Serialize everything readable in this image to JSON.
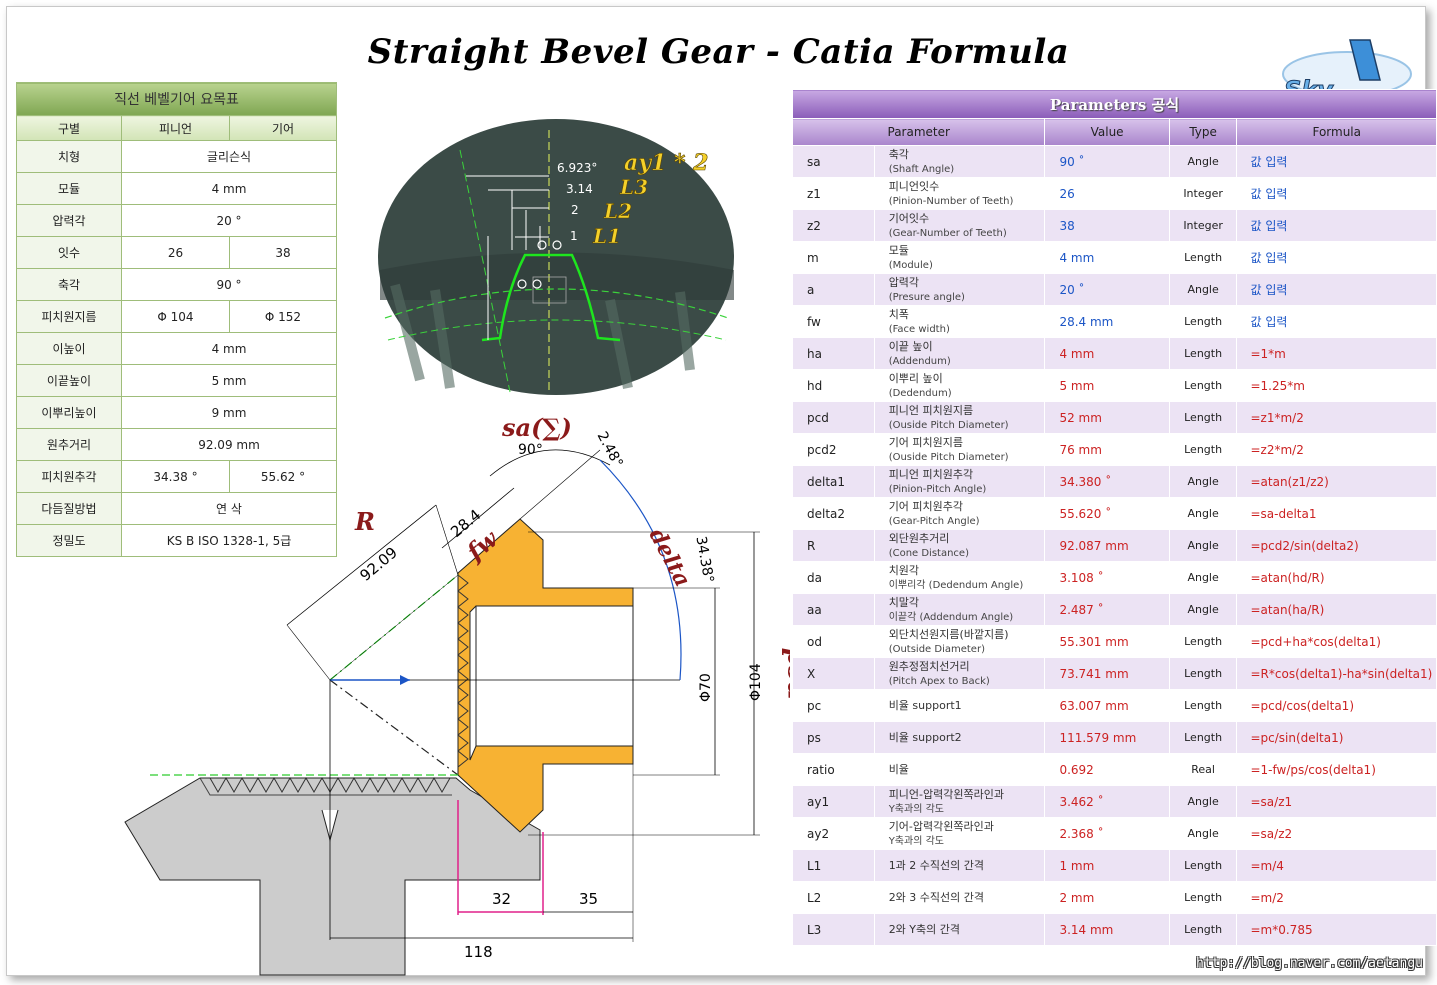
{
  "title": "Straight Bevel Gear - Catia Formula",
  "logo_text": "Sky",
  "url": "http://blog.naver.com/aetangu",
  "summary": {
    "header": "직선 베벨기어 요목표",
    "col_label": "구별",
    "col_pinion": "피니언",
    "col_gear": "기어",
    "rows": [
      {
        "label": "치형",
        "value": "글리슨식"
      },
      {
        "label": "모듈",
        "value": "4 mm"
      },
      {
        "label": "압력각",
        "value": "20 °"
      },
      {
        "label": "잇수",
        "pinion": "26",
        "gear": "38"
      },
      {
        "label": "축각",
        "value": "90 °"
      },
      {
        "label": "피치원지름",
        "pinion": "Φ 104",
        "gear": "Φ 152"
      },
      {
        "label": "이높이",
        "value": "4 mm"
      },
      {
        "label": "이끝높이",
        "value": "5 mm"
      },
      {
        "label": "이뿌리높이",
        "value": "9 mm"
      },
      {
        "label": "원추거리",
        "value": "92.09 mm"
      },
      {
        "label": "피치원추각",
        "pinion": "34.38 °",
        "gear": "55.62 °"
      },
      {
        "label": "다듬질방법",
        "value": "연  삭"
      },
      {
        "label": "정밀도",
        "value": "KS B ISO 1328-1, 5급"
      }
    ]
  },
  "params": {
    "header_en": "Parameters",
    "header_ko": "공식",
    "columns": {
      "parameter": "Parameter",
      "value": "Value",
      "type": "Type",
      "formula": "Formula"
    },
    "rows": [
      {
        "sym": "sa",
        "ko": "축각",
        "en": "(Shaft Angle)",
        "value": "90 ˚",
        "type": "Angle",
        "formula": "값 입력",
        "input": true
      },
      {
        "sym": "z1",
        "ko": "피니언잇수",
        "en": "(Pinion-Number of Teeth)",
        "value": "26",
        "type": "Integer",
        "formula": "값 입력",
        "input": true
      },
      {
        "sym": "z2",
        "ko": "기어잇수",
        "en": "(Gear-Number of Teeth)",
        "value": "38",
        "type": "Integer",
        "formula": "값 입력",
        "input": true
      },
      {
        "sym": "m",
        "ko": "모듈",
        "en": "(Module)",
        "value": "4 mm",
        "type": "Length",
        "formula": "값 입력",
        "input": true
      },
      {
        "sym": "a",
        "ko": "압력각",
        "en": "(Presure angle)",
        "value": "20 ˚",
        "type": "Angle",
        "formula": "값 입력",
        "input": true
      },
      {
        "sym": "fw",
        "ko": "치폭",
        "en": "(Face width)",
        "value": "28.4 mm",
        "type": "Length",
        "formula": "값 입력",
        "input": true
      },
      {
        "sym": "ha",
        "ko": "이끝 높이",
        "en": "(Addendum)",
        "value": "4 mm",
        "type": "Length",
        "formula": "=1*m",
        "input": false
      },
      {
        "sym": "hd",
        "ko": "이뿌리 높이",
        "en": "(Dedendum)",
        "value": "5 mm",
        "type": "Length",
        "formula": "=1.25*m",
        "input": false
      },
      {
        "sym": "pcd",
        "ko": "피니언 피치원지름",
        "en": "(Ouside Pitch Diameter)",
        "value": "52 mm",
        "type": "Length",
        "formula": "=z1*m/2",
        "input": false
      },
      {
        "sym": "pcd2",
        "ko": "기어 피치원지름",
        "en": "(Ouside Pitch Diameter)",
        "value": "76 mm",
        "type": "Length",
        "formula": "=z2*m/2",
        "input": false
      },
      {
        "sym": "delta1",
        "ko": "피니언 피치원추각",
        "en": "(Pinion-Pitch Angle)",
        "value": "34.380 ˚",
        "type": "Angle",
        "formula": "=atan(z1/z2)",
        "input": false
      },
      {
        "sym": "delta2",
        "ko": "기어 피치원추각",
        "en": "(Gear-Pitch Angle)",
        "value": "55.620 ˚",
        "type": "Angle",
        "formula": "=sa-delta1",
        "input": false
      },
      {
        "sym": "R",
        "ko": "외단원추거리",
        "en": "(Cone Distance)",
        "value": "92.087 mm",
        "type": "Angle",
        "formula": "=pcd2/sin(delta2)",
        "input": false
      },
      {
        "sym": "da",
        "ko": "치원각",
        "en": "이뿌리각 (Dedendum Angle)",
        "value": "3.108 ˚",
        "type": "Angle",
        "formula": "=atan(hd/R)",
        "input": false
      },
      {
        "sym": "aa",
        "ko": "치말각",
        "en": "이끝각 (Addendum Angle)",
        "value": "2.487 ˚",
        "type": "Angle",
        "formula": "=atan(ha/R)",
        "input": false
      },
      {
        "sym": "od",
        "ko": "외단치선원지름(바깥지름)",
        "en": "(Outside Diameter)",
        "value": "55.301 mm",
        "type": "Length",
        "formula": "=pcd+ha*cos(delta1)",
        "input": false
      },
      {
        "sym": "X",
        "ko": "원추정점치선거리",
        "en": "(Pitch Apex to Back)",
        "value": "73.741 mm",
        "type": "Length",
        "formula": "=R*cos(delta1)-ha*sin(delta1)",
        "input": false
      },
      {
        "sym": "pc",
        "ko": "비율 support1",
        "en": "",
        "value": "63.007 mm",
        "type": "Length",
        "formula": "=pcd/cos(delta1)",
        "input": false
      },
      {
        "sym": "ps",
        "ko": "비율 support2",
        "en": "",
        "value": "111.579 mm",
        "type": "Length",
        "formula": "=pc/sin(delta1)",
        "input": false
      },
      {
        "sym": "ratio",
        "ko": "비율",
        "en": "",
        "value": "0.692",
        "type": "Real",
        "formula": "=1-fw/ps/cos(delta1)",
        "input": false
      },
      {
        "sym": "ay1",
        "ko": "피니언-압력각왼쪽라인과",
        "en": "Y축과의 각도",
        "value": "3.462 ˚",
        "type": "Angle",
        "formula": "=sa/z1",
        "input": false
      },
      {
        "sym": "ay2",
        "ko": "기어-압력각왼쪽라인과",
        "en": "Y축과의 각도",
        "value": "2.368 ˚",
        "type": "Angle",
        "formula": "=sa/z2",
        "input": false
      },
      {
        "sym": "L1",
        "ko": "1과 2 수직선의 간격",
        "en": "",
        "value": "1 mm",
        "type": "Length",
        "formula": "=m/4",
        "input": false
      },
      {
        "sym": "L2",
        "ko": "2와 3 수직선의 간격",
        "en": "",
        "value": "2 mm",
        "type": "Length",
        "formula": "=m/2",
        "input": false
      },
      {
        "sym": "L3",
        "ko": "2와 Y축의 간격",
        "en": "",
        "value": "3.14 mm",
        "type": "Length",
        "formula": "=m*0.785",
        "input": false
      }
    ]
  },
  "tooth_view": {
    "dim_6923": "6.923°",
    "dim_314": "3.14",
    "dim_2": "2",
    "dim_1": "1",
    "lab_ay1": "ay1 * 2",
    "lab_L3": "L3",
    "lab_L2": "L2",
    "lab_L1": "L1"
  },
  "section_view": {
    "lab_sa": "sa(∑)",
    "dim_90": "90°",
    "dim_248": "2.48°",
    "lab_R": "R",
    "dim_9209": "92.09",
    "dim_284": "28.4",
    "lab_fw": "fw",
    "lab_delta": "delta",
    "dim_3438": "34.38°",
    "dim_phi70": "Φ70",
    "dim_phi104": "Φ104",
    "lab_pcd": "pcd",
    "dim_32": "32",
    "dim_35": "35",
    "dim_118": "118"
  },
  "colors": {
    "pinion_fill": "#f7b233",
    "gear_fill": "#cccccc",
    "summary_border": "#9fbd7a",
    "param_header": "#8a5cb8",
    "input_value": "#1b55c6",
    "computed_value": "#cc2222",
    "label_red": "#8b1a1a"
  }
}
